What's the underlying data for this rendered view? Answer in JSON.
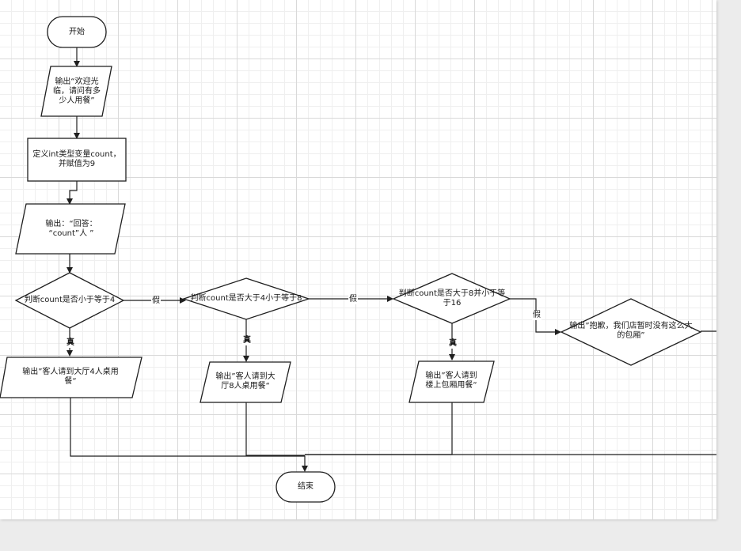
{
  "nodes": {
    "start": "开始",
    "welcome": "输出“欢迎光\n临，请问有多\n少人用餐”",
    "define": "定义int类型变量count，\n并赋值为9",
    "answer": "输出：“回答：\n“count”人 ”",
    "check1": "判断count是否小于等于4",
    "check2": "判断count是否大于4小于等于8",
    "check3": "判断count是否大于8并小于等\n于16",
    "out1": "输出”客人请到大厅4人桌用\n餐“",
    "out2": "输出”客人请到大\n厅8人桌用餐“",
    "out3": "输出”客人请到\n楼上包厢用餐“",
    "out4": "输出”抱歉，我们店暂时没有这么大\n的包厢”",
    "end": "结束"
  },
  "edge_labels": {
    "false1": "假",
    "false2": "假",
    "false3": "假",
    "true1": "真",
    "true2": "真",
    "true3": "真"
  },
  "colors": {
    "stroke": "#1f1f1f",
    "fill": "#ffffff",
    "grid": "#d9d9d9"
  }
}
